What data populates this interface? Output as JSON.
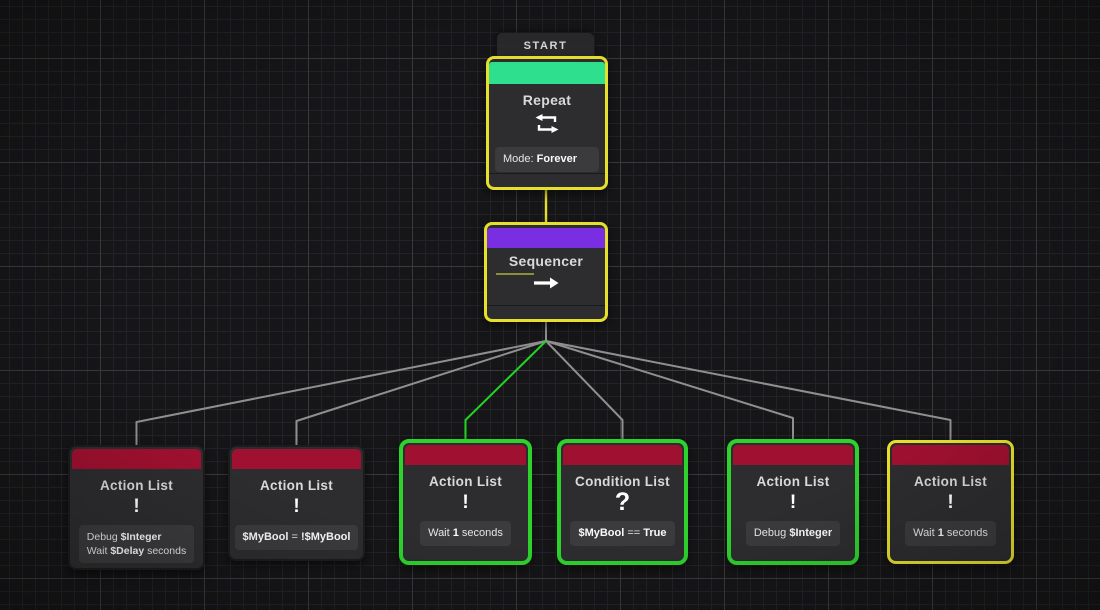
{
  "colors": {
    "background": "#161618",
    "grid_minor": "#232327",
    "grid_major": "#3a3a3e",
    "node_background": "#2d2d2f",
    "selected_border_yellow": "#e6e02c",
    "active_border_green": "#2dd22d",
    "repeat_header_green": "#2ee08d",
    "sequencer_header_purple": "#7a2ee2",
    "list_header_red": "#a01030",
    "edge_gray": "#8f8f8f",
    "edge_green": "#22d422",
    "edge_yellow": "#e6e02c"
  },
  "start_tab": {
    "label": "START"
  },
  "repeat_node": {
    "title": "Repeat",
    "icon": "repeat-loop-icon",
    "mode_label": "Mode: ",
    "mode_value": "Forever",
    "border": "yellow"
  },
  "sequencer_node": {
    "title": "Sequencer",
    "icon": "arrow-right-icon",
    "border": "yellow"
  },
  "child_nodes": [
    {
      "title": "Action List",
      "icon": "exclamation-icon",
      "glyph": "!",
      "border": "none",
      "lines": [
        [
          {
            "text": "Debug ",
            "bold": false
          },
          {
            "text": "$Integer",
            "bold": true
          }
        ],
        [
          {
            "text": "Wait ",
            "bold": false
          },
          {
            "text": "$Delay",
            "bold": true
          },
          {
            "text": " seconds",
            "bold": false
          }
        ]
      ]
    },
    {
      "title": "Action List",
      "icon": "exclamation-icon",
      "glyph": "!",
      "border": "none",
      "lines": [
        [
          {
            "text": "$MyBool",
            "bold": true
          },
          {
            "text": " = ",
            "bold": false
          },
          {
            "text": "!$MyBool",
            "bold": true
          }
        ]
      ]
    },
    {
      "title": "Action List",
      "icon": "exclamation-icon",
      "glyph": "!",
      "border": "green",
      "lines": [
        [
          {
            "text": "Wait ",
            "bold": false
          },
          {
            "text": "1",
            "bold": true
          },
          {
            "text": " seconds",
            "bold": false
          }
        ]
      ]
    },
    {
      "title": "Condition List",
      "icon": "question-icon",
      "glyph": "?",
      "border": "green",
      "lines": [
        [
          {
            "text": "$MyBool",
            "bold": true
          },
          {
            "text": " == ",
            "bold": false
          },
          {
            "text": "True",
            "bold": true
          }
        ]
      ]
    },
    {
      "title": "Action List",
      "icon": "exclamation-icon",
      "glyph": "!",
      "border": "green",
      "lines": [
        [
          {
            "text": "Debug ",
            "bold": false
          },
          {
            "text": "$Integer",
            "bold": true
          }
        ]
      ]
    },
    {
      "title": "Action List",
      "icon": "exclamation-icon",
      "glyph": "!",
      "border": "yellow",
      "lines": [
        [
          {
            "text": "Wait ",
            "bold": false
          },
          {
            "text": "1",
            "bold": true
          },
          {
            "text": " seconds",
            "bold": false
          }
        ]
      ]
    }
  ],
  "edges": {
    "repeat_to_sequencer": "yellow",
    "sequencer_to_children": [
      "gray",
      "gray",
      "green",
      "gray",
      "gray",
      "gray"
    ]
  }
}
